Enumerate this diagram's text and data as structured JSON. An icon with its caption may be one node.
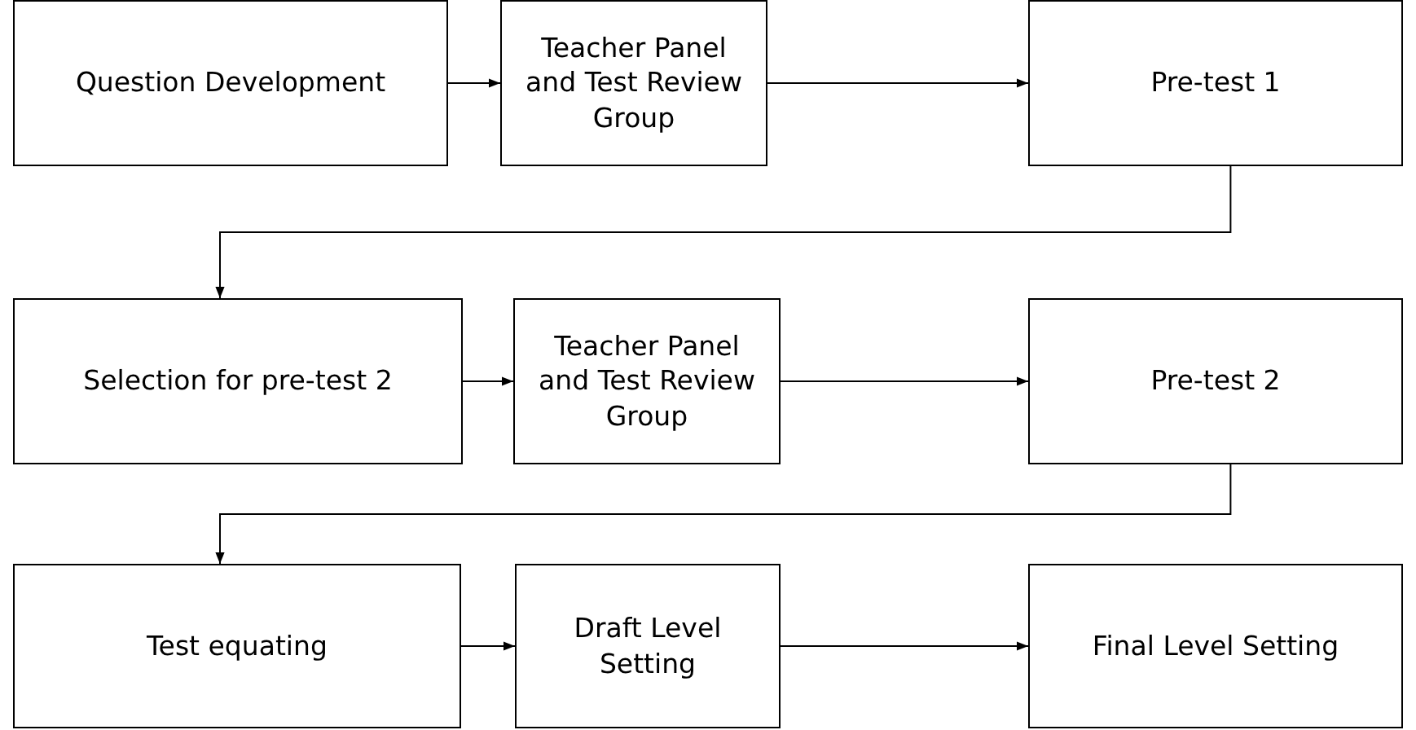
{
  "diagram": {
    "nodes": [
      {
        "text": [
          "Question Development"
        ]
      },
      {
        "text": [
          "Teacher Panel and Test Review Group"
        ]
      },
      {
        "text": [
          "Pre-test 1"
        ]
      },
      {
        "text": [
          "Selection for pre-test 2"
        ]
      },
      {
        "text": [
          "Teacher Panel and Test Review Group"
        ]
      },
      {
        "text": [
          "Pre-test 2"
        ]
      },
      {
        "text": [
          "Test equating"
        ]
      },
      {
        "text": [
          "Draft Level Setting"
        ]
      },
      {
        "text": [
          "Final Level Setting"
        ]
      }
    ],
    "edges": [
      {
        "from": 0,
        "to": 1,
        "arrow": "to"
      },
      {
        "from": 1,
        "to": 2,
        "arrow": "to"
      },
      {
        "from": 2,
        "to": 3,
        "arrow": "to"
      },
      {
        "from": 3,
        "to": 4,
        "arrow": "to"
      },
      {
        "from": 4,
        "to": 5,
        "arrow": "to"
      },
      {
        "from": 5,
        "to": 6,
        "arrow": "to"
      },
      {
        "from": 6,
        "to": 7,
        "arrow": "to"
      },
      {
        "from": 7,
        "to": 8,
        "arrow": "to"
      }
    ]
  }
}
